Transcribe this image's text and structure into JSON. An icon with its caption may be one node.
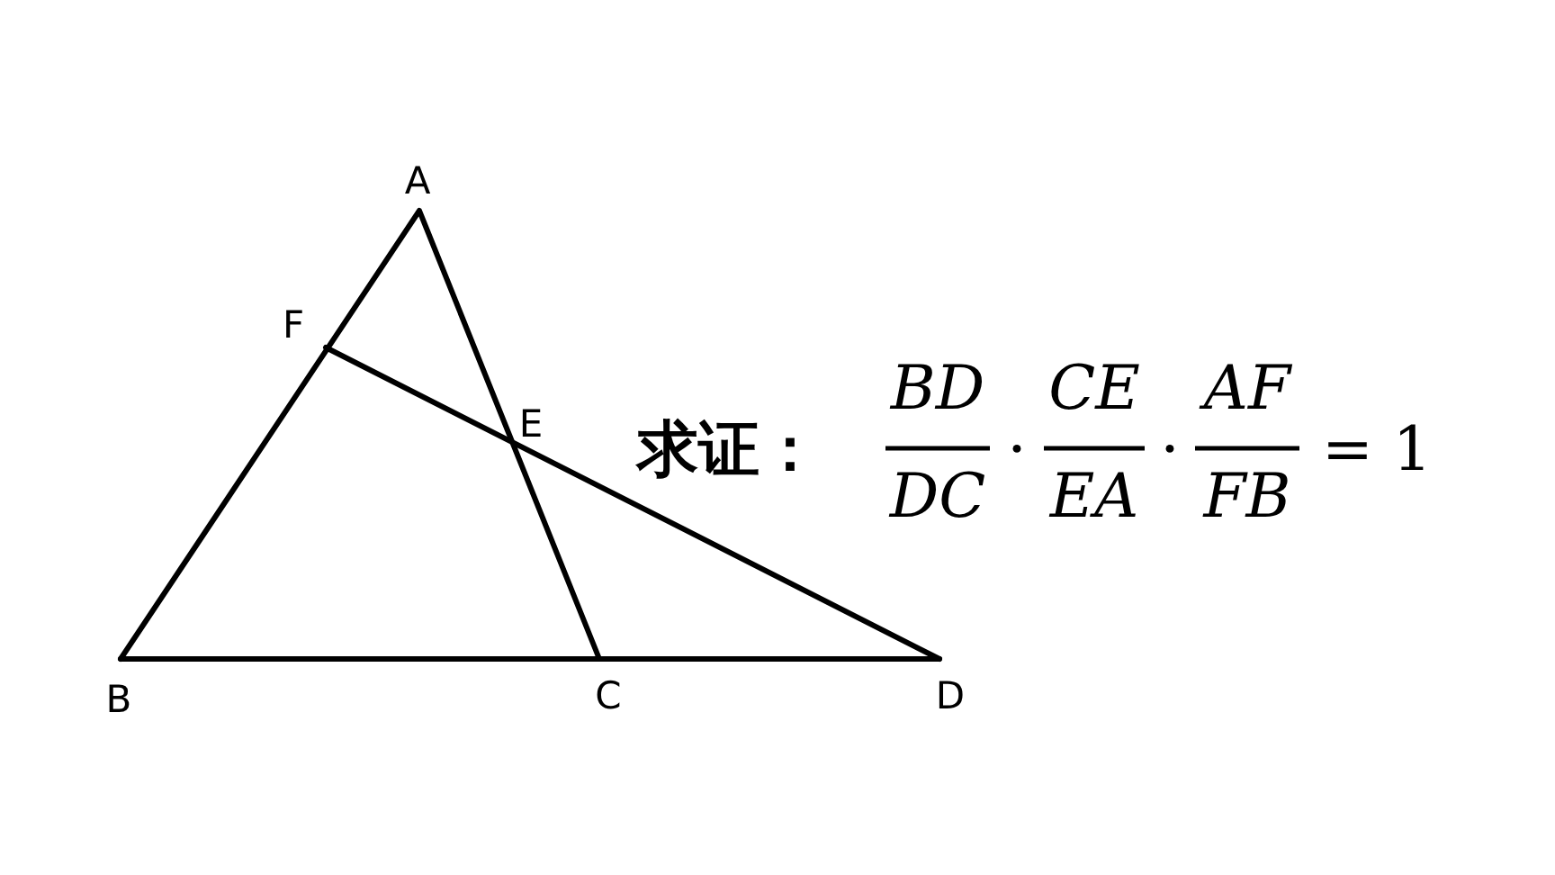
{
  "diagram": {
    "labels": [
      "A",
      "F",
      "E",
      "B",
      "C",
      "D",
      "求证：",
      "BD",
      "DC",
      "·",
      "CE",
      "EA",
      "·",
      "AF",
      "FB",
      "= 1"
    ]
  }
}
